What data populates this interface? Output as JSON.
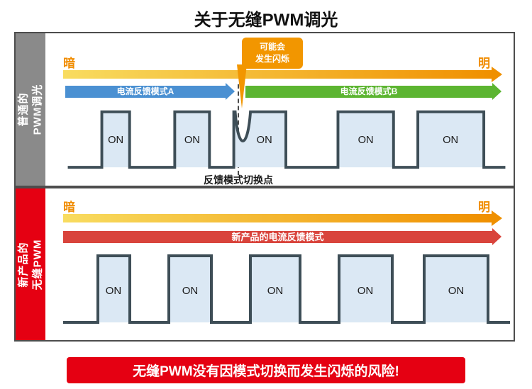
{
  "title": "关于无缝PWM调光",
  "top_panel": {
    "sidebar": {
      "line1": "普通的",
      "line2": "PWM调光"
    },
    "dark": "暗",
    "bright": "明",
    "mode_a": "电流反馈模式A",
    "mode_b": "电流反馈模式B",
    "callout": {
      "line1": "可能会",
      "line2": "发生闪烁"
    },
    "switch_point": "反馈模式切换点",
    "on": [
      "ON",
      "ON",
      "ON",
      "ON",
      "ON"
    ]
  },
  "bottom_panel": {
    "sidebar": {
      "line1": "新产品的",
      "line2": "无缝PWM"
    },
    "dark": "暗",
    "bright": "明",
    "mode": "新产品的电流反馈模式",
    "on": [
      "ON",
      "ON",
      "ON",
      "ON",
      "ON"
    ]
  },
  "banner": "无缝PWM没有因模式切换而发生闪烁的风险!",
  "colors": {
    "sidebar_gray": "#8a8a8a",
    "accent_red": "#e50012",
    "gradient_start": "#f8dc60",
    "gradient_end": "#f09000",
    "mode_a_blue": "#4a90d2",
    "mode_b_green": "#5cb531",
    "new_mode_red": "#d9443c",
    "callout_orange": "#f29600",
    "wave_stroke": "#3e4e57",
    "pulse_fill": "#dbe8f4"
  }
}
